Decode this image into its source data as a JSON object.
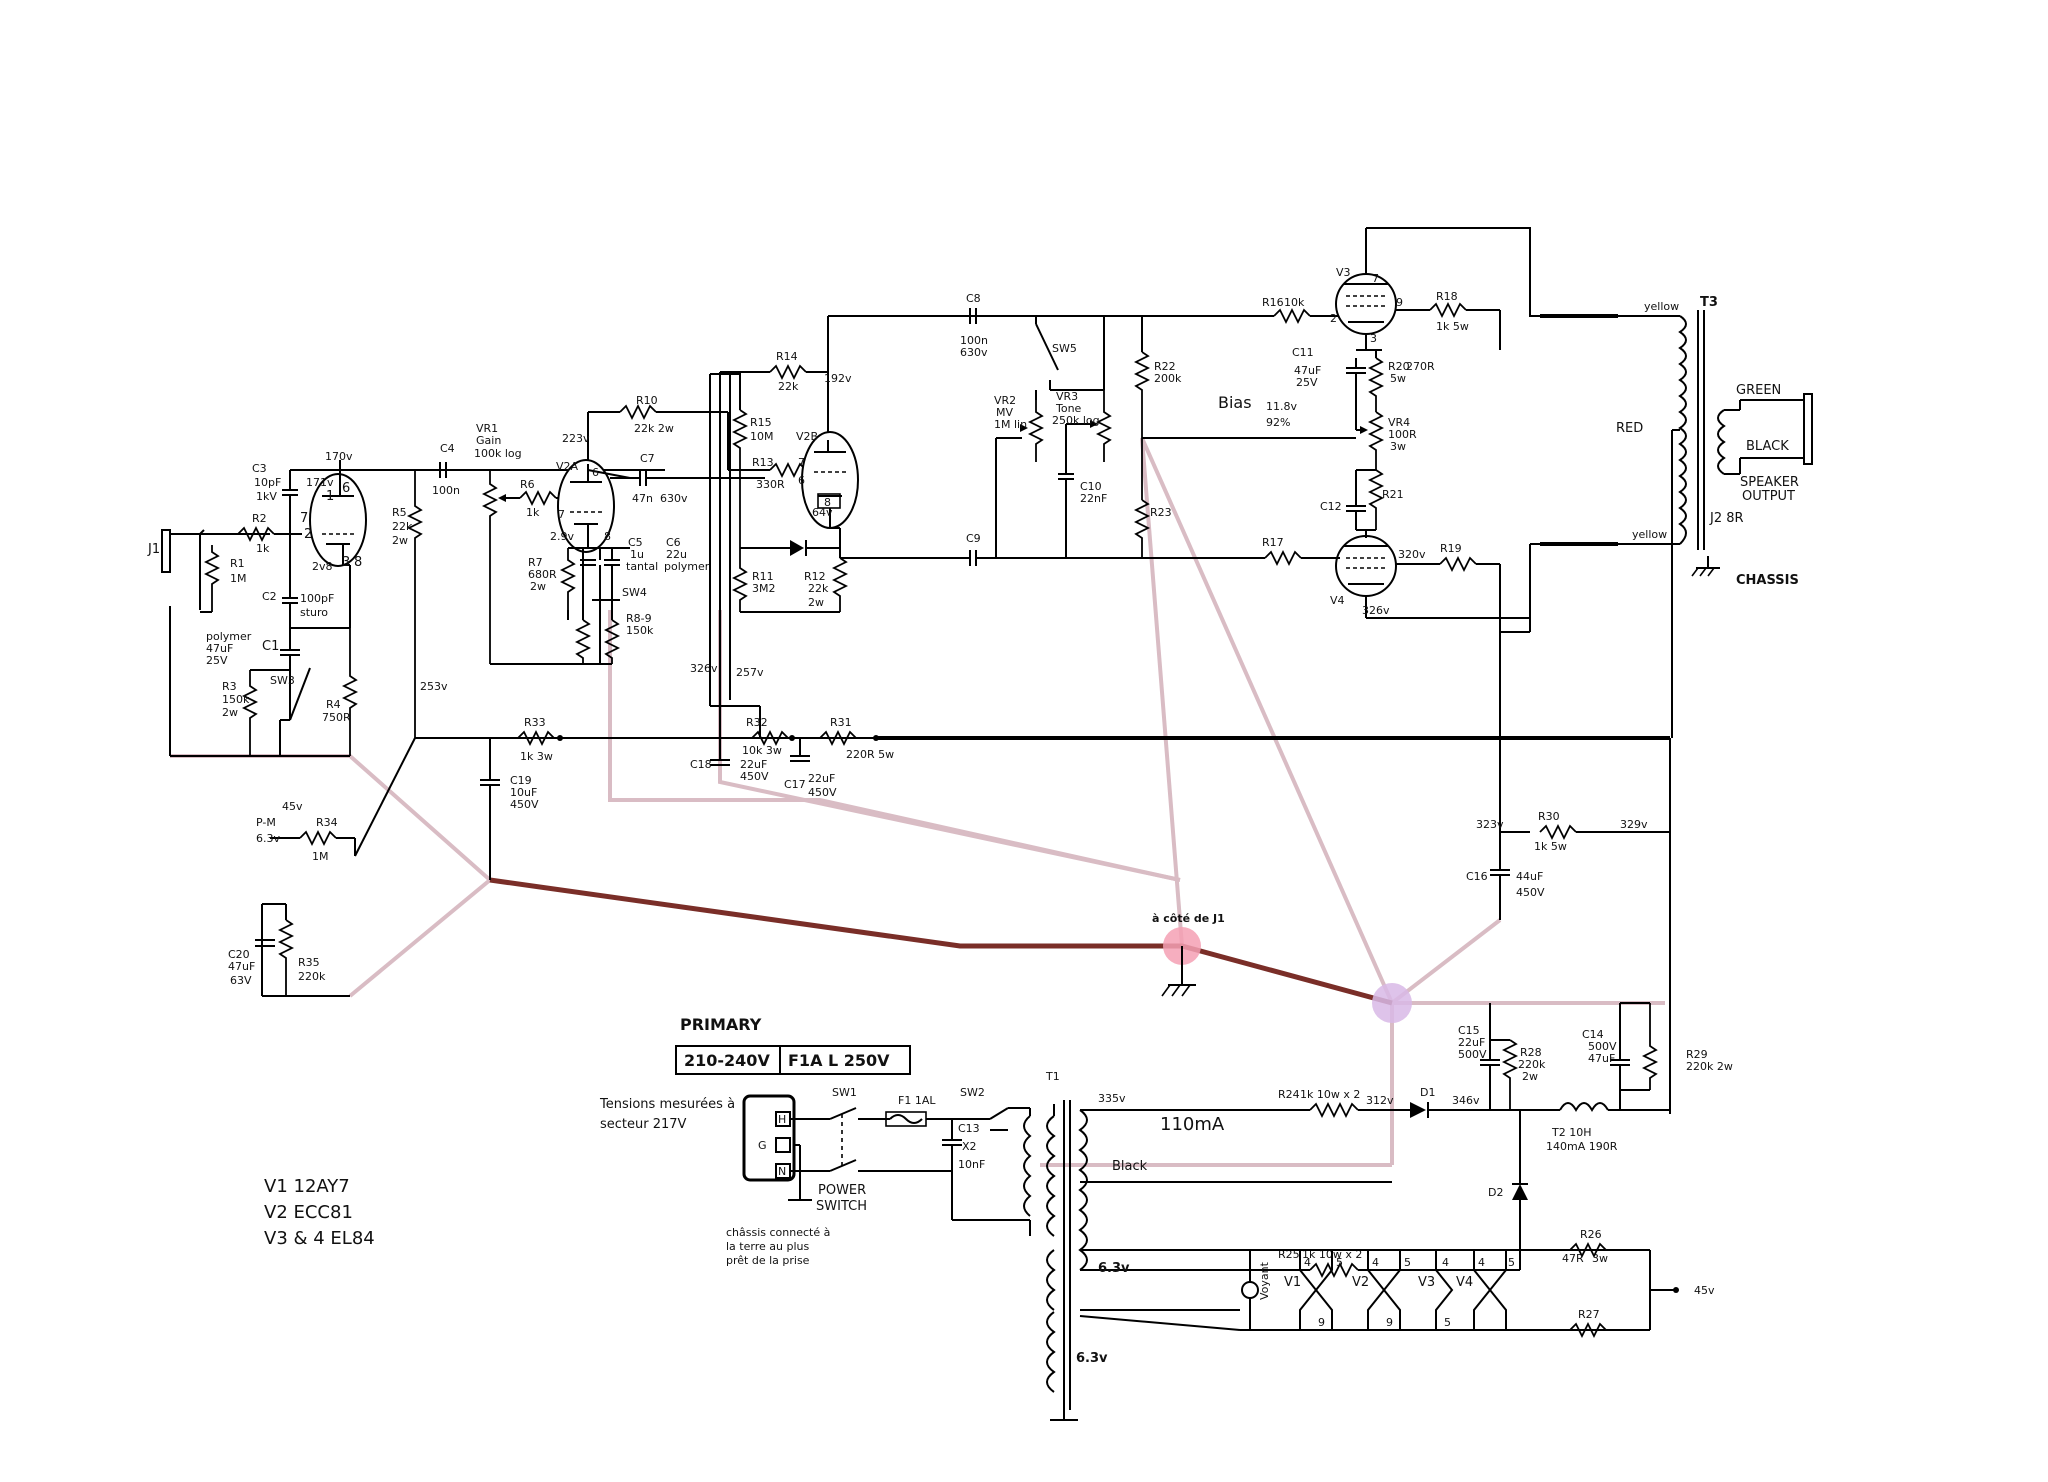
{
  "tube_legend": {
    "v1": "V1 12AY7",
    "v2": "V2 ECC81",
    "v3v4": "V3 & 4 EL84"
  },
  "primary": {
    "title": "PRIMARY",
    "voltage": "210-240V",
    "fuse": "F1A L 250V"
  },
  "mains": {
    "note_line1": "Tensions mesurées à",
    "note_line2": "secteur 217V",
    "h": "H",
    "g": "G",
    "n": "N",
    "power_switch_1": "POWER",
    "power_switch_2": "SWITCH",
    "chassis_1": "châssis connecté à",
    "chassis_2": "la terre au plus",
    "chassis_3": "prêt de la prise",
    "sw1": "SW1",
    "f1": "F1 1AL",
    "sw2": "SW2",
    "c13": "C13",
    "x2": "X2",
    "c13_val": "10nF",
    "t1": "T1"
  },
  "colors": {
    "wire": "#000000",
    "star_ground_lines": "#d9bcc4",
    "ground_bus": "#7a2e28",
    "marker_pink": "#f4a0b4",
    "marker_lilac": "#d8b8e6"
  },
  "input": {
    "j1": "J1",
    "r1": "R1",
    "r1_val": "1M",
    "r2": "R2",
    "r2_val": "1k",
    "c3": "C3",
    "c3_v1": "10pF",
    "c3_v2": "1kV",
    "v1_p7": "7",
    "v1_p6": "6",
    "v1_p1": "1",
    "v1_p2": "2",
    "v1_p3": "3",
    "v1_p8": "8",
    "v170": "170v",
    "v171": "171v",
    "v2v8": "2v8",
    "c2": "C2",
    "c2_v1": "100pF",
    "c2_v2": "sturo",
    "c1_note1": "polymer",
    "c1_note2": "47uF",
    "c1_note3": "25V",
    "c1": "C1",
    "sw3": "SW3",
    "r3": "R3",
    "r3_v1": "150k",
    "r3_v2": "2w",
    "r4": "R4",
    "r4_val": "750R",
    "r5": "R5",
    "r5_v1": "22k",
    "r5_v2": "2w",
    "v253": "253v",
    "c4": "C4",
    "c4_val": "100n"
  },
  "gain": {
    "vr1": "VR1",
    "vr1_v1": "Gain",
    "vr1_v2": "100k log",
    "r6": "R6",
    "r6_val": "1k",
    "v2a": "V2A",
    "v223": "223v",
    "v2a_p6": "6",
    "v2a_p7": "7",
    "v2a_p8": "8",
    "v2v9": "2.9v",
    "r10": "R10",
    "r10_val": "22k 2w",
    "c7": "C7",
    "c7_val": "47n",
    "c7_v": "630v",
    "r7": "R7",
    "r7_v1": "680R",
    "r7_v2": "2w",
    "c5": "C5",
    "c5_v1": "1u",
    "c5_v2": "tantal",
    "c6": "C6",
    "c6_v1": "22u",
    "c6_v2": "polymer",
    "sw4": "SW4",
    "r89": "R8-9",
    "r89_val": "150k"
  },
  "tone": {
    "r14": "R14",
    "r14_val": "22k",
    "v192": "192v",
    "r15": "R15",
    "r15_val": "10M",
    "r13": "R13",
    "r13_val": "330R",
    "v2b": "V2B",
    "v2b_p7": "7",
    "v2b_p6": "6",
    "v2b_p8": "8",
    "v64": "64v",
    "r11": "R11",
    "r11_val": "3M2",
    "r12": "R12",
    "r12_v1": "22k",
    "r12_v2": "2w",
    "c8": "C8",
    "c8_v1": "100n",
    "c8_v2": "630v",
    "sw5": "SW5",
    "vr2": "VR2",
    "vr2_v1": "MV",
    "vr2_v2": "1M lin",
    "vr3": "VR3",
    "vr3_v1": "Tone",
    "vr3_v2": "250k log",
    "c10": "C10",
    "c10_val": "22nF",
    "c9": "C9",
    "r22": "R22",
    "r22_val": "200k",
    "r23": "R23"
  },
  "power_stage": {
    "v3": "V3",
    "v3_p7": "7",
    "v3_p9": "9",
    "v3_p2": "2",
    "v3_p3": "3",
    "r16": "R16",
    "r16_val": "10k",
    "r18": "R18",
    "r18_val": "1k 5w",
    "c11": "C11",
    "c11_v1": "47uF",
    "c11_v2": "25V",
    "r20": "R20",
    "r20_v1": "270R",
    "r20_v2": "5w",
    "bias": "Bias",
    "bias_v1": "11.8v",
    "bias_v2": "92%",
    "vr4": "VR4",
    "vr4_v1": "100R",
    "vr4_v2": "3w",
    "c12": "C12",
    "r21": "R21",
    "r17": "R17",
    "r19": "R19",
    "v320": "320v",
    "v4": "V4",
    "v326b": "326v"
  },
  "output": {
    "t3": "T3",
    "yellow_top": "yellow",
    "red": "RED",
    "yellow_bottom": "yellow",
    "green": "GREEN",
    "black": "BLACK",
    "spk1": "SPEAKER",
    "spk2": "OUTPUT",
    "j2": "J2 8R",
    "chassis": "CHASSIS"
  },
  "supply": {
    "v326": "326v",
    "v257": "257v",
    "r33": "R33",
    "r33_val": "1k 3w",
    "r32": "R32",
    "r32_val": "10k 3w",
    "r31": "R31",
    "r31_val": "220R 5w",
    "c18": "C18",
    "c18_v1": "22uF",
    "c18_v2": "450V",
    "c17": "C17",
    "c17_v1": "22uF",
    "c17_v2": "450V",
    "c19": "C19",
    "c19_v1": "10uF",
    "c19_v2": "450V",
    "v45": "45v",
    "pm": "P-M",
    "v6v3": "6.3v",
    "r34": "R34",
    "r34_val": "1M",
    "c20": "C20",
    "c20_v1": "47uF",
    "c20_v2": "63V",
    "r35": "R35",
    "r35_val": "220k",
    "v323": "323v",
    "r30": "R30",
    "r30_val": "1k 5w",
    "v329": "329v",
    "c16": "C16",
    "c16_v1": "44uF",
    "c16_v2": "450V",
    "near_j1": "à côté de J1"
  },
  "rectifier": {
    "v335": "335v",
    "current": "110mA",
    "black": "Black",
    "r24": "R24",
    "r24_val": "1k 10w x 2",
    "v312": "312v",
    "d1": "D1",
    "v346": "346v",
    "r25": "R25",
    "r25_val": "1k 10w x 2",
    "d2": "D2",
    "c15": "C15",
    "c15_v1": "22uF",
    "c15_v2": "500V",
    "r28": "R28",
    "r28_v1": "220k",
    "r28_v2": "2w",
    "c14": "C14",
    "c14_v1": "500V",
    "c14_v2": "47uF",
    "r29": "R29",
    "r29_val": "220k 2w",
    "t2": "T2 10H",
    "t2_val": "140mA 190R"
  },
  "heaters": {
    "v6v3_a": "6.3v",
    "v6v3_b": "6.3v",
    "voyant": "Voyant",
    "v1": "V1",
    "v2": "V2",
    "v3": "V3",
    "v4": "V4",
    "p4a": "4",
    "p5a": "5",
    "p9a": "9",
    "p4b": "4",
    "p5b": "5",
    "p9b": "9",
    "p4c": "4",
    "p5c": "5",
    "p4d": "4",
    "p5d": "5",
    "r26": "R26",
    "r26_v1": "47R",
    "r26_v2": "3w",
    "r27": "R27",
    "v45": "45v"
  }
}
